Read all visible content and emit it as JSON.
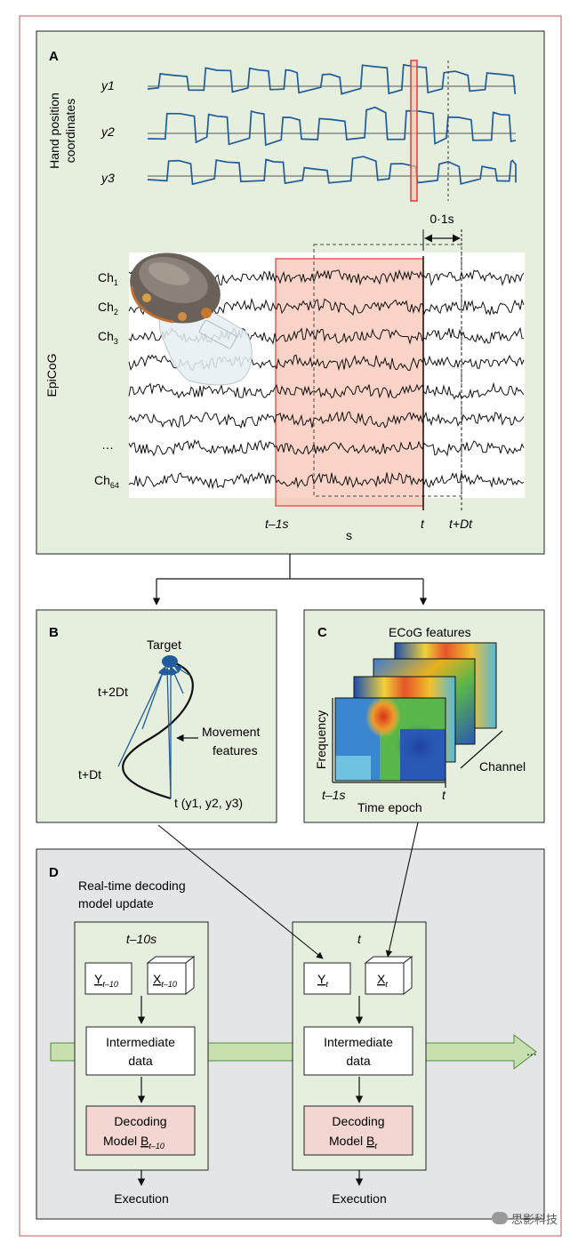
{
  "panel_a": {
    "letter": "A",
    "y_axis_title": [
      "Hand position",
      "coordinates"
    ],
    "traces": [
      "y1",
      "y2",
      "y3"
    ],
    "interval_label": "0·1s",
    "ecog_axis_title": "EpiCoG",
    "channels": [
      {
        "base": "Ch",
        "sub": "1"
      },
      {
        "base": "Ch",
        "sub": "2"
      },
      {
        "base": "Ch",
        "sub": "3"
      },
      {
        "base": "…",
        "sub": ""
      },
      {
        "base": "Ch",
        "sub": "64"
      }
    ],
    "time_labels": {
      "start": "t–1s",
      "now": "t",
      "future": "t+Dt"
    },
    "x_unit": "s"
  },
  "panel_b": {
    "letter": "B",
    "target": "Target",
    "movement_features": [
      "Movement",
      "features"
    ],
    "points": {
      "t2": "t+2Dt",
      "t1": "t+Dt",
      "t0": "t (y1, y2, y3)"
    }
  },
  "panel_c": {
    "letter": "C",
    "title": "ECoG features",
    "ylabel": "Frequency",
    "xlabel": "Time epoch",
    "x_start": "t–1s",
    "x_end": "t",
    "depth_label": "Channel"
  },
  "panel_d": {
    "letter": "D",
    "title": [
      "Real-time decoding",
      "model update"
    ],
    "left_block": {
      "title": "t–10s",
      "y_label": "Y",
      "y_sub": "t–10",
      "x_label": "X",
      "x_sub": "t–10",
      "intermediate": [
        "Intermediate",
        "data"
      ],
      "model_line1": "Decoding",
      "model_line2_prefix": "Model ",
      "model_letter": "B",
      "model_sub": "t–10",
      "execution": "Execution"
    },
    "right_block": {
      "title": "t",
      "y_label": "Y",
      "y_sub": "t",
      "x_label": "X",
      "x_sub": "t",
      "intermediate": [
        "Intermediate",
        "data"
      ],
      "model_line1": "Decoding",
      "model_line2_prefix": "Model ",
      "model_letter": "B",
      "model_sub": "t",
      "execution": "Execution"
    },
    "ellipsis": "..."
  },
  "watermark": "思影科技",
  "colors": {
    "panel_bg": "#e6eedd",
    "panel_d_bg": "#e4e5e6",
    "trace_blue": "#1f5c99",
    "highlight_red": "#e33b36",
    "highlight_fill": "#f7c4b4",
    "model_fill": "#f3d6d2",
    "arrow_green": "#c8e0b0"
  }
}
